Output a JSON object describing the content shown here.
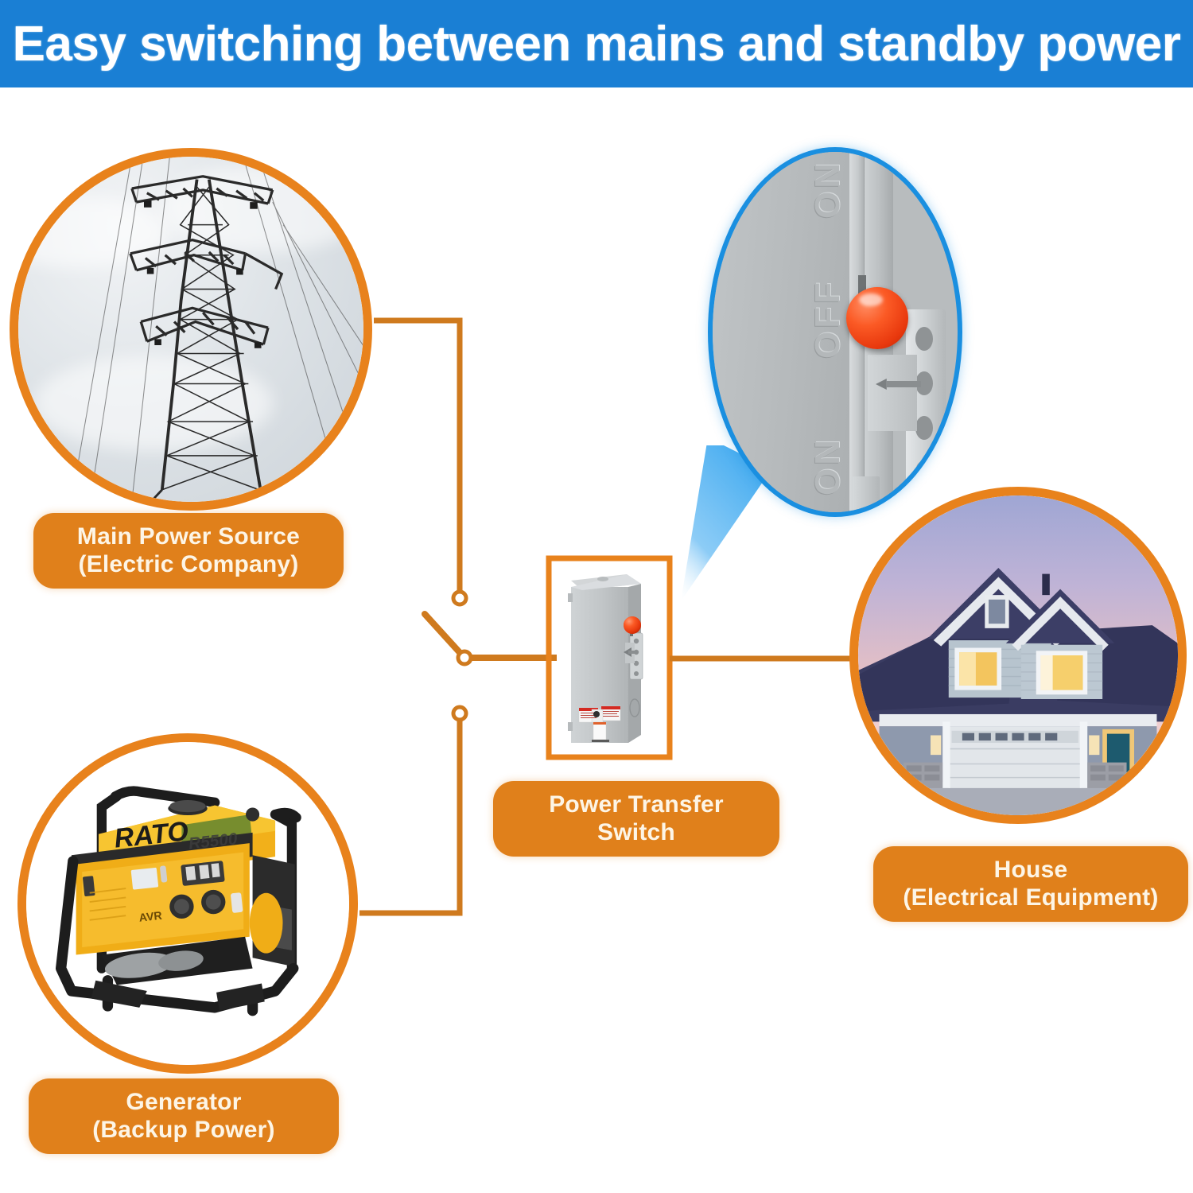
{
  "header": {
    "title": "Easy switching between mains and standby power",
    "bg_color": "#1a7fd4",
    "text_color": "#ffffff"
  },
  "theme": {
    "orange": "#e8821c",
    "pill_bg": "#e0801b",
    "pill_text": "#fdf5e6",
    "wire_color": "#cf7a1e",
    "callout_blue": "#1a8fe0",
    "page_bg": "#ffffff"
  },
  "nodes": {
    "main_power": {
      "label_line1": "Main Power Source",
      "label_line2": "(Electric Company)",
      "image_name": "transmission-tower-photo",
      "image_alt": "High voltage electricity transmission tower against cloudy sky"
    },
    "generator": {
      "label_line1": "Generator",
      "label_line2": "(Backup Power)",
      "image_name": "portable-generator-photo",
      "image_alt": "Yellow portable gasoline generator with black roll frame",
      "brand": "RATO",
      "model": "R5500",
      "feature_badge": "AVR"
    },
    "transfer_switch": {
      "label_line1": "Power Transfer Switch",
      "image_name": "transfer-switch-enclosure-photo",
      "image_alt": "Gray metal outdoor transfer switch enclosure with red rotary handle"
    },
    "house": {
      "label_line1": "House",
      "label_line2": "(Electrical Equipment)",
      "image_name": "house-photo",
      "image_alt": "Two story suburban house at dusk with lit windows"
    }
  },
  "magnifier": {
    "caption_name": "switch-handle-detail",
    "positions": [
      "ON",
      "OFF",
      "ON"
    ],
    "handle_color": "#f2451d",
    "panel_color": "#b8bcbe",
    "border_color": "#1a8fe0"
  },
  "diagram": {
    "switch_symbol_name": "spdt-transfer-switch-symbol",
    "terminals": 3,
    "selected_position": "generator"
  }
}
